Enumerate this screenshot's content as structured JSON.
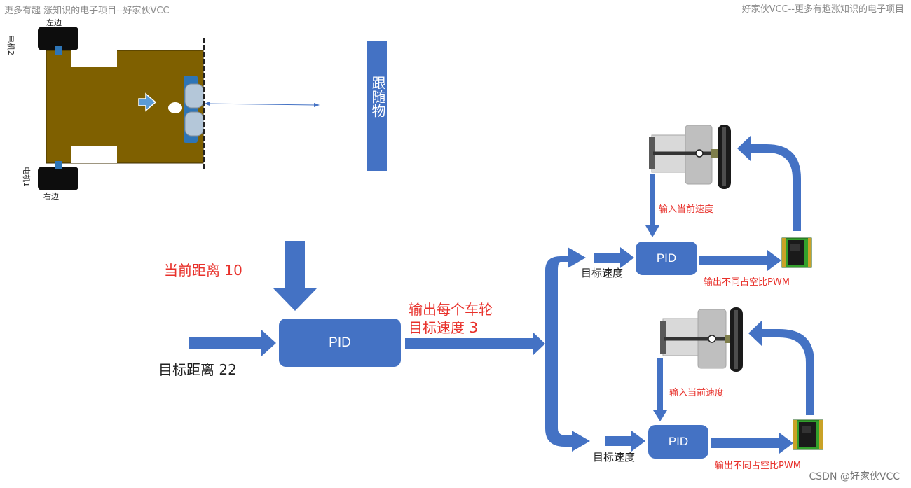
{
  "watermark": {
    "top_left": "更多有趣 涨知识的电子项目--好家伙VCC",
    "top_right": "好家伙VCC--更多有趣涨知识的电子项目",
    "bottom_right": "CSDN @好家伙VCC"
  },
  "car": {
    "left_label": "左边",
    "right_label": "右边",
    "motor2_label": "电机2",
    "motor1_label": "电机1"
  },
  "target_object": {
    "label": "跟随物"
  },
  "main_loop": {
    "current_distance": "当前距离 10",
    "target_distance": "目标距离 22",
    "pid_label": "PID",
    "output_line1": "输出每个车轮",
    "output_line2": "目标速度 3"
  },
  "wheel_loops": [
    {
      "target_speed": "目标速度",
      "pid_label": "PID",
      "feedback": "输入当前速度",
      "output": "输出不同占空比PWM"
    },
    {
      "target_speed": "目标速度",
      "pid_label": "PID",
      "feedback": "输入当前速度",
      "output": "输出不同占空比PWM"
    }
  ],
  "colors": {
    "pid_box": "#4472c4",
    "arrow": "#4472c4",
    "chassis": "#7f6000",
    "label_red": "#e8312b"
  }
}
